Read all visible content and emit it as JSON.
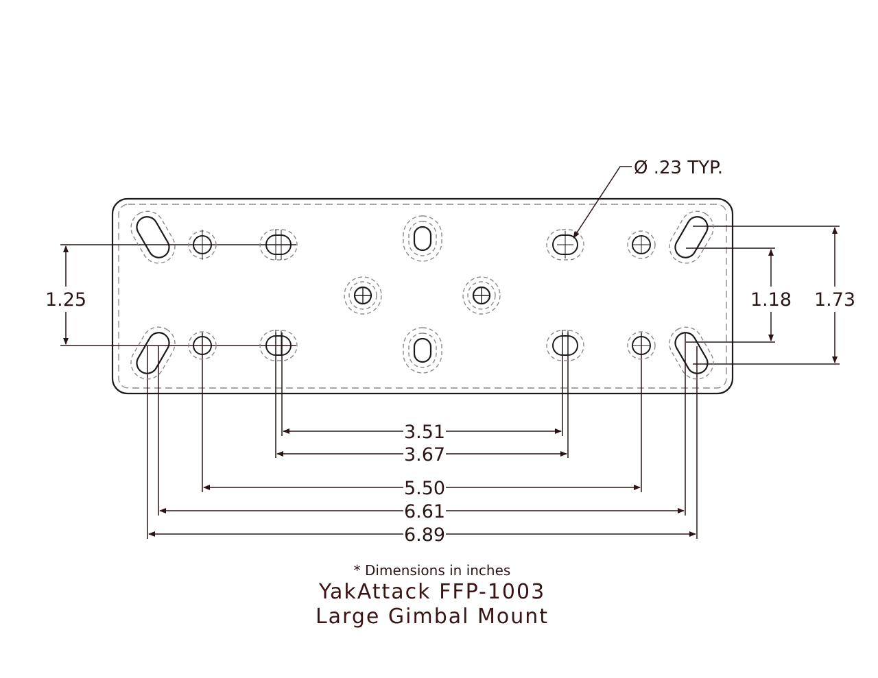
{
  "drawing": {
    "callout": {
      "symbol": "Ø",
      "text": " .23 TYP."
    },
    "dimensions": {
      "left_vertical": "1.25",
      "right_inner_vertical": "1.18",
      "right_outer_vertical": "1.73",
      "horizontal": [
        "3.51",
        "3.67",
        "5.50",
        "6.61",
        "6.89"
      ]
    },
    "colors": {
      "line": "#2a1414",
      "hidden": "#8a8a8a",
      "outline": "#1a1a1a"
    }
  },
  "notes": {
    "units": "* Dimensions in inches",
    "title_line1": "YakAttack FFP-1003",
    "title_line2": "Large Gimbal Mount"
  }
}
